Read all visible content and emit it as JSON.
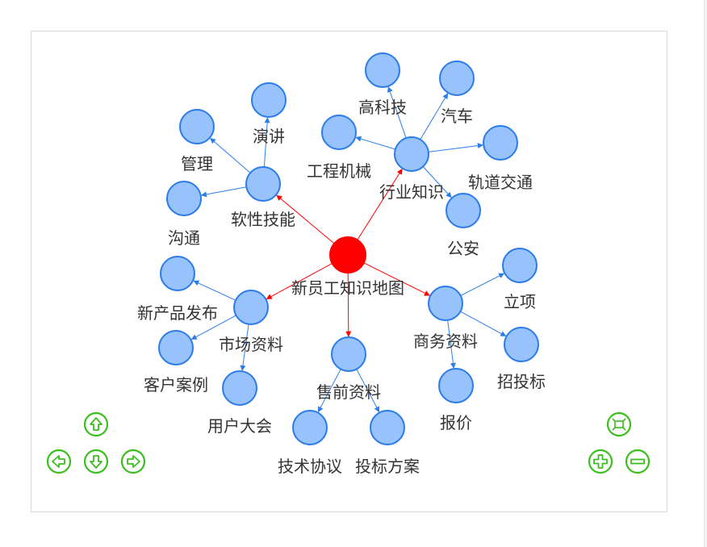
{
  "graph": {
    "root": "新员工知识地图",
    "nodes": [
      {
        "id": "root",
        "label": "新员工知识地图",
        "kind": "root"
      },
      {
        "id": "soft",
        "label": "软性技能",
        "kind": "branch"
      },
      {
        "id": "industry",
        "label": "行业知识",
        "kind": "branch"
      },
      {
        "id": "market",
        "label": "市场资料",
        "kind": "branch"
      },
      {
        "id": "presale",
        "label": "售前资料",
        "kind": "branch"
      },
      {
        "id": "business",
        "label": "商务资料",
        "kind": "branch"
      },
      {
        "id": "speech",
        "label": "演讲",
        "kind": "leaf"
      },
      {
        "id": "manage",
        "label": "管理",
        "kind": "leaf"
      },
      {
        "id": "comm",
        "label": "沟通",
        "kind": "leaf"
      },
      {
        "id": "hitech",
        "label": "高科技",
        "kind": "leaf"
      },
      {
        "id": "auto",
        "label": "汽车",
        "kind": "leaf"
      },
      {
        "id": "eng",
        "label": "工程机械",
        "kind": "leaf"
      },
      {
        "id": "rail",
        "label": "轨道交通",
        "kind": "leaf"
      },
      {
        "id": "police",
        "label": "公安",
        "kind": "leaf"
      },
      {
        "id": "launch",
        "label": "新产品发布",
        "kind": "leaf"
      },
      {
        "id": "cases",
        "label": "客户案例",
        "kind": "leaf"
      },
      {
        "id": "conf",
        "label": "用户大会",
        "kind": "leaf"
      },
      {
        "id": "tech",
        "label": "技术协议",
        "kind": "leaf"
      },
      {
        "id": "bid",
        "label": "投标方案",
        "kind": "leaf"
      },
      {
        "id": "approve",
        "label": "立项",
        "kind": "leaf"
      },
      {
        "id": "tender",
        "label": "招投标",
        "kind": "leaf"
      },
      {
        "id": "quote",
        "label": "报价",
        "kind": "leaf"
      }
    ],
    "edges": [
      {
        "from": "root",
        "to": "soft"
      },
      {
        "from": "root",
        "to": "industry"
      },
      {
        "from": "root",
        "to": "market"
      },
      {
        "from": "root",
        "to": "presale"
      },
      {
        "from": "root",
        "to": "business"
      },
      {
        "from": "soft",
        "to": "speech"
      },
      {
        "from": "soft",
        "to": "manage"
      },
      {
        "from": "soft",
        "to": "comm"
      },
      {
        "from": "industry",
        "to": "hitech"
      },
      {
        "from": "industry",
        "to": "auto"
      },
      {
        "from": "industry",
        "to": "eng"
      },
      {
        "from": "industry",
        "to": "rail"
      },
      {
        "from": "industry",
        "to": "police"
      },
      {
        "from": "market",
        "to": "launch"
      },
      {
        "from": "market",
        "to": "cases"
      },
      {
        "from": "market",
        "to": "conf"
      },
      {
        "from": "presale",
        "to": "tech"
      },
      {
        "from": "presale",
        "to": "bid"
      },
      {
        "from": "business",
        "to": "approve"
      },
      {
        "from": "business",
        "to": "tender"
      },
      {
        "from": "business",
        "to": "quote"
      }
    ]
  },
  "colors": {
    "root_fill": "#ff0000",
    "node_fill": "#97c2fc",
    "node_stroke": "#2b7ce9",
    "root_edge": "#ff0000",
    "child_edge": "#2b7ce9",
    "nav_green": "#3bbf1f"
  },
  "navigation": {
    "buttons": [
      {
        "id": "up",
        "icon": "arrow-up-icon"
      },
      {
        "id": "left",
        "icon": "arrow-left-icon"
      },
      {
        "id": "down",
        "icon": "arrow-down-icon"
      },
      {
        "id": "right",
        "icon": "arrow-right-icon"
      },
      {
        "id": "fit",
        "icon": "zoom-extent-icon"
      },
      {
        "id": "zoom-in",
        "icon": "plus-icon"
      },
      {
        "id": "zoom-out",
        "icon": "minus-icon"
      }
    ]
  }
}
